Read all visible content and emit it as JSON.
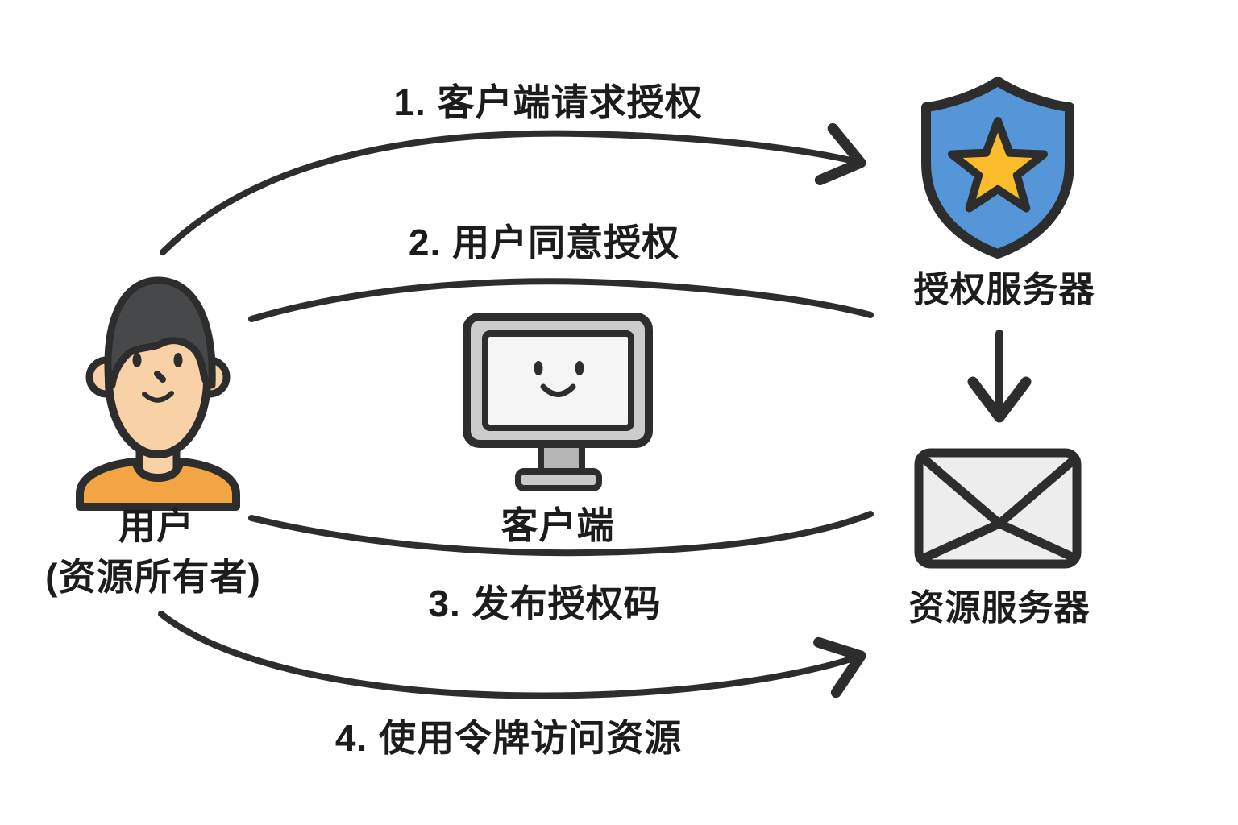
{
  "diagram": {
    "type": "flow-diagram",
    "topic": "OAuth authorization flow",
    "background": "#ffffff"
  },
  "steps": [
    {
      "num": "1",
      "label": "1. 客户端请求授权",
      "from": "用户",
      "to": "授权服务器",
      "has_arrowhead": true
    },
    {
      "num": "2",
      "label": "2. 用户同意授权",
      "from": "用户",
      "to": "授权服务器",
      "has_arrowhead": false
    },
    {
      "num": "3",
      "label": "3. 发布授权码",
      "from": "资源服务器",
      "to": "用户",
      "has_arrowhead": false
    },
    {
      "num": "4",
      "label": "4. 使用令牌访问资源",
      "from": "用户",
      "to": "资源服务器",
      "has_arrowhead": true
    }
  ],
  "entities": {
    "user": {
      "label": "用户",
      "sublabel": "(资源所有者)",
      "icon": "person-icon"
    },
    "client": {
      "label": "客户端",
      "icon": "monitor-face-icon"
    },
    "auth_server": {
      "label": "授权服务器",
      "icon": "shield-star-icon"
    },
    "resource_server": {
      "label": "资源服务器",
      "icon": "envelope-icon"
    }
  },
  "connections": {
    "auth_to_resource": {
      "type": "vertical-arrow",
      "from": "授权服务器",
      "to": "资源服务器"
    }
  },
  "colors": {
    "ink": "#2d2d2d",
    "text": "#1c1c1c",
    "shield_blue": "#5596d8",
    "star_gold": "#fbbc2c",
    "skin": "#f8d2a6",
    "shirt_orange": "#f3a443",
    "hair_gray": "#46484a",
    "monitor_frame": "#cccccc",
    "monitor_screen": "#f5f5f5",
    "monitor_stand": "#b5b5b5",
    "monitor_base": "#c9c9c9",
    "envelope_fill": "#ededed",
    "background": "#ffffff"
  }
}
